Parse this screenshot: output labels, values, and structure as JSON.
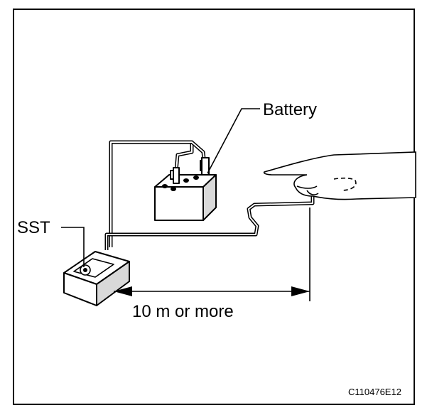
{
  "labels": {
    "battery": "Battery",
    "sst": "SST",
    "distance": "10 m or more",
    "figure_code": "C110476E12"
  },
  "colors": {
    "ink": "#000000",
    "paper": "#ffffff",
    "shade": "#d9d9d9"
  }
}
